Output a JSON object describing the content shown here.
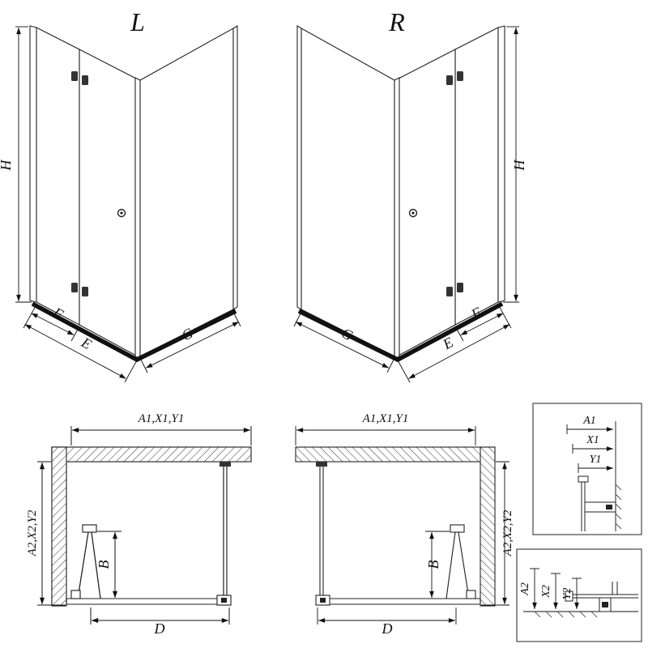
{
  "page": {
    "background": "#ffffff",
    "line_color": "#1a1a1a"
  },
  "perspective_left": {
    "title": "L",
    "dims": {
      "h": "H",
      "f": "F",
      "e": "E",
      "g": "G"
    }
  },
  "perspective_right": {
    "title": "R",
    "dims": {
      "h": "H",
      "f": "F",
      "e": "E",
      "g": "G"
    }
  },
  "plan_left": {
    "dims": {
      "width": "A1,X1,Y1",
      "depth": "A2,X2,Y2",
      "b": "B",
      "d": "D"
    }
  },
  "plan_right": {
    "dims": {
      "width": "A1,X1,Y1",
      "depth": "A2,X2,Y2",
      "b": "B",
      "d": "D"
    }
  },
  "detail_width": {
    "dims": {
      "a1": "A1",
      "x1": "X1",
      "y1": "Y1"
    }
  },
  "detail_depth": {
    "dims": {
      "a2": "A2",
      "x2": "X2",
      "y2": "Y2"
    }
  }
}
